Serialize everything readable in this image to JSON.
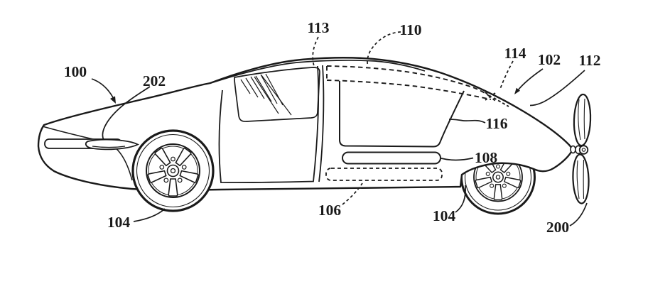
{
  "figure": {
    "type": "patent line drawing",
    "subject": "side view of a flying car with stowed wing (dashed) and rear propeller",
    "background_color": "#ffffff",
    "ink_color": "#1a1a1a"
  },
  "labels": {
    "n100": "100",
    "n202": "202",
    "n113": "113",
    "n110": "110",
    "n114": "114",
    "n102": "102",
    "n112": "112",
    "n116": "116",
    "n108": "108",
    "n106": "106",
    "n104_front": "104",
    "n104_rear": "104",
    "n200": "200"
  }
}
